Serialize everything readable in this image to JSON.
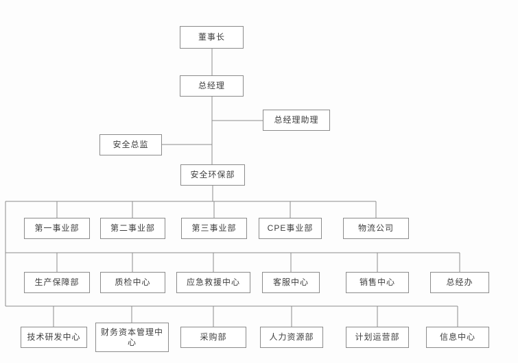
{
  "org_chart": {
    "nodes": {
      "chairman": "董事长",
      "general_manager": "总经理",
      "gm_assistant": "总经理助理",
      "safety_director": "安全总监",
      "safety_env_dept": "安全环保部",
      "division_1": "第一事业部",
      "division_2": "第二事业部",
      "division_3": "第三事业部",
      "cpe_division": "CPE事业部",
      "logistics_company": "物流公司",
      "production_support": "生产保障部",
      "quality_center": "质检中心",
      "emergency_rescue_center": "应急救援中心",
      "customer_service_center": "客服中心",
      "sales_center": "销售中心",
      "gm_office": "总经办",
      "tech_rd_center": "技术研发中心",
      "finance_capital_center": "财务资本管理中心",
      "procurement_dept": "采购部",
      "hr_dept": "人力资源部",
      "planning_operations_dept": "计划运营部",
      "info_center": "信息中心"
    },
    "structure": {
      "chairman": [
        "general_manager"
      ],
      "general_manager": [
        "gm_assistant",
        "safety_director",
        "safety_env_dept"
      ],
      "safety_env_dept": [
        "division_1",
        "division_2",
        "division_3",
        "cpe_division",
        "logistics_company",
        "production_support",
        "quality_center",
        "emergency_rescue_center",
        "customer_service_center",
        "sales_center",
        "gm_office",
        "tech_rd_center",
        "finance_capital_center",
        "procurement_dept",
        "hr_dept",
        "planning_operations_dept",
        "info_center"
      ]
    },
    "colors": {
      "box_border": "#8a8a8a",
      "box_fill": "#ffffff",
      "connector_line": "#8a8a8a",
      "text": "#3d3d3d",
      "background": "#fdfdfd"
    }
  }
}
